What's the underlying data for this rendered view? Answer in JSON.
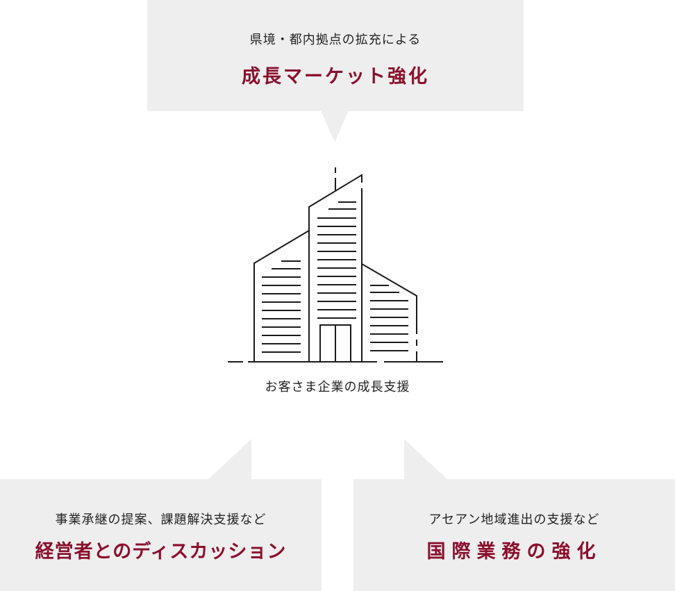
{
  "top": {
    "subtitle": "県境・都内拠点の拡充による",
    "title": "成長マーケット強化"
  },
  "center": {
    "label": "お客さま企業の成長支援",
    "icon": "office-building-icon"
  },
  "bottom_left": {
    "subtitle": "事業承継の提案、課題解決支援など",
    "title": "経営者とのディスカッション"
  },
  "bottom_right": {
    "subtitle": "アセアン地域進出の支援など",
    "title": "国際業務の強化"
  },
  "colors": {
    "bubble_bg": "#eeeeee",
    "accent": "#8b0f2c",
    "text": "#222222",
    "line": "#1a1a1a"
  }
}
